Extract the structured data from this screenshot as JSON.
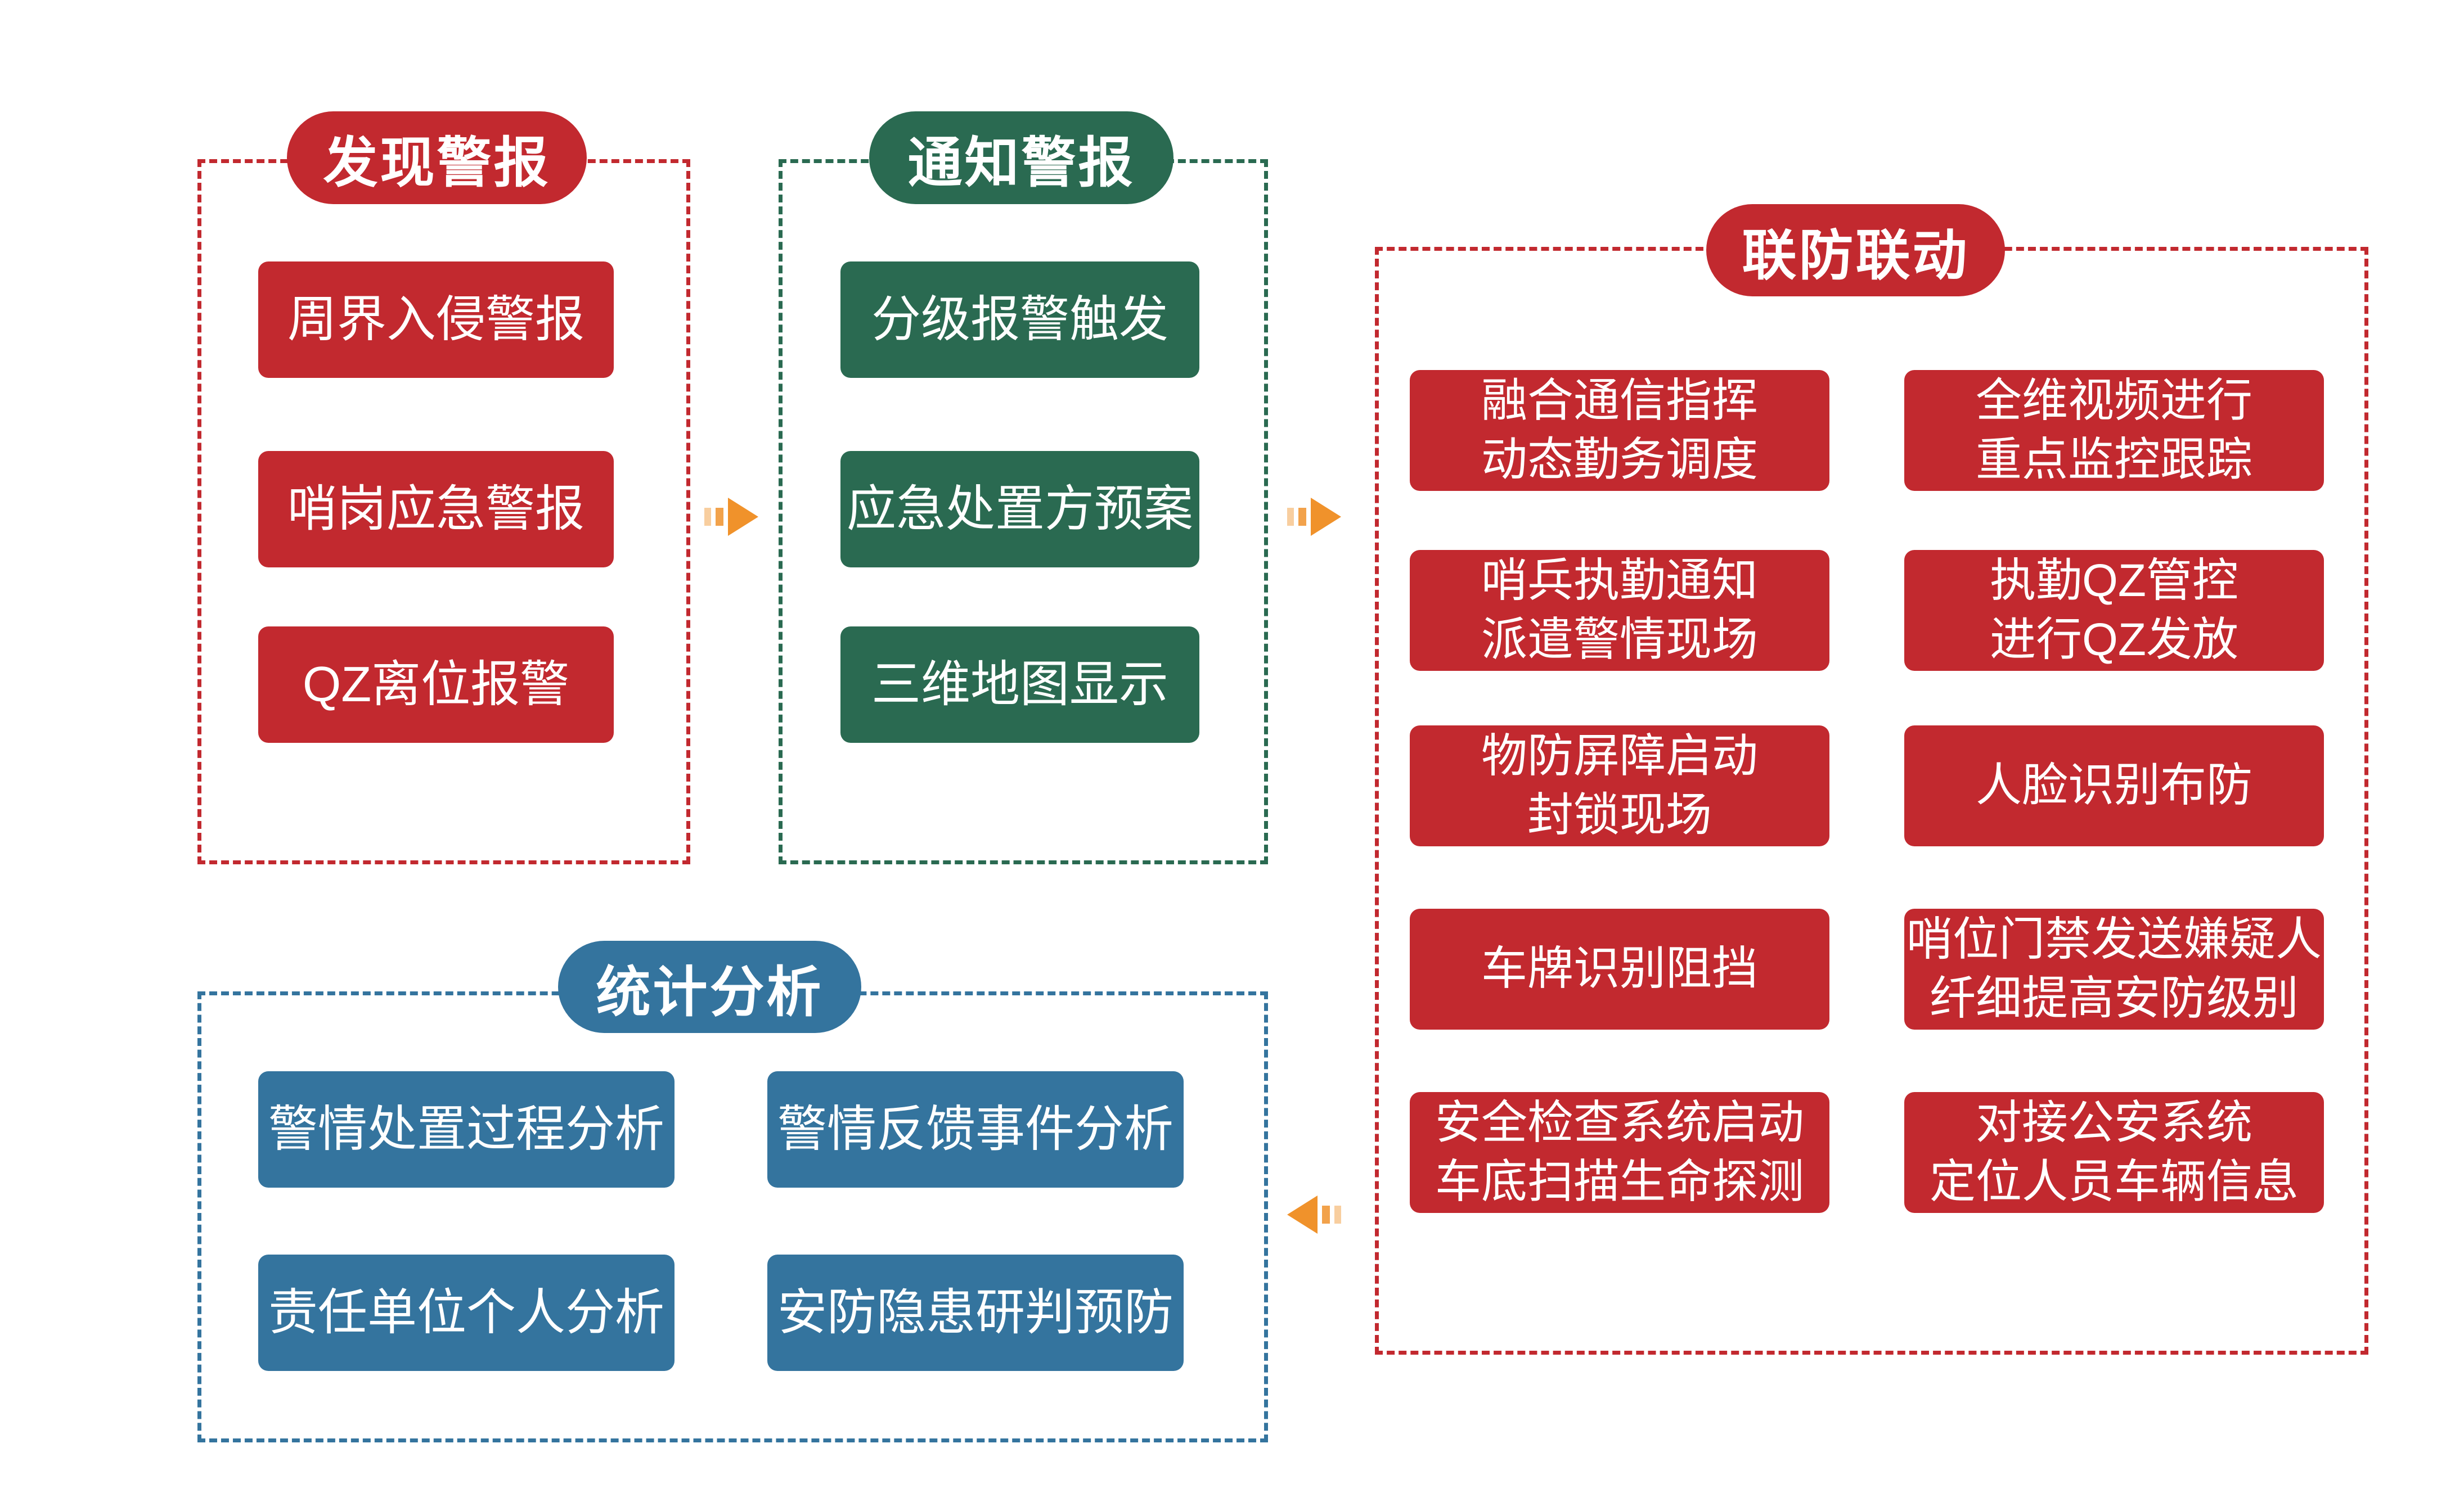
{
  "colors": {
    "red": "#C2292F",
    "green": "#2A6A51",
    "blue": "#34749E",
    "orange": "#F0922B"
  },
  "icons": {
    "flow_arrow_right": "striped-right-arrow",
    "flow_arrow_left": "striped-left-arrow"
  },
  "sections": {
    "discover": {
      "title": "发现警报",
      "items": [
        [
          "周界入侵警报"
        ],
        [
          "哨岗应急警报"
        ],
        [
          "QZ离位报警"
        ]
      ]
    },
    "notify": {
      "title": "通知警报",
      "items": [
        [
          "分级报警触发"
        ],
        [
          "应急处置方预案"
        ],
        [
          "三维地图显示"
        ]
      ]
    },
    "joint": {
      "title": "联防联动",
      "left_items": [
        [
          "融合通信指挥",
          "动态勤务调度"
        ],
        [
          "哨兵执勤通知",
          "派遣警情现场"
        ],
        [
          "物防屏障启动",
          "封锁现场"
        ],
        [
          "车牌识别阻挡"
        ],
        [
          "安全检查系统启动",
          "车底扫描生命探测"
        ]
      ],
      "right_items": [
        [
          "全维视频进行",
          "重点监控跟踪"
        ],
        [
          "执勤QZ管控",
          "进行QZ发放"
        ],
        [
          "人脸识别布防"
        ],
        [
          "哨位门禁发送嫌疑人",
          "纤细提高安防级别"
        ],
        [
          "对接公安系统",
          "定位人员车辆信息"
        ]
      ]
    },
    "stats": {
      "title": "统计分析",
      "items": [
        [
          "警情处置过程分析"
        ],
        [
          "警情反馈事件分析"
        ],
        [
          "责任单位个人分析"
        ],
        [
          "安防隐患研判预防"
        ]
      ]
    }
  }
}
